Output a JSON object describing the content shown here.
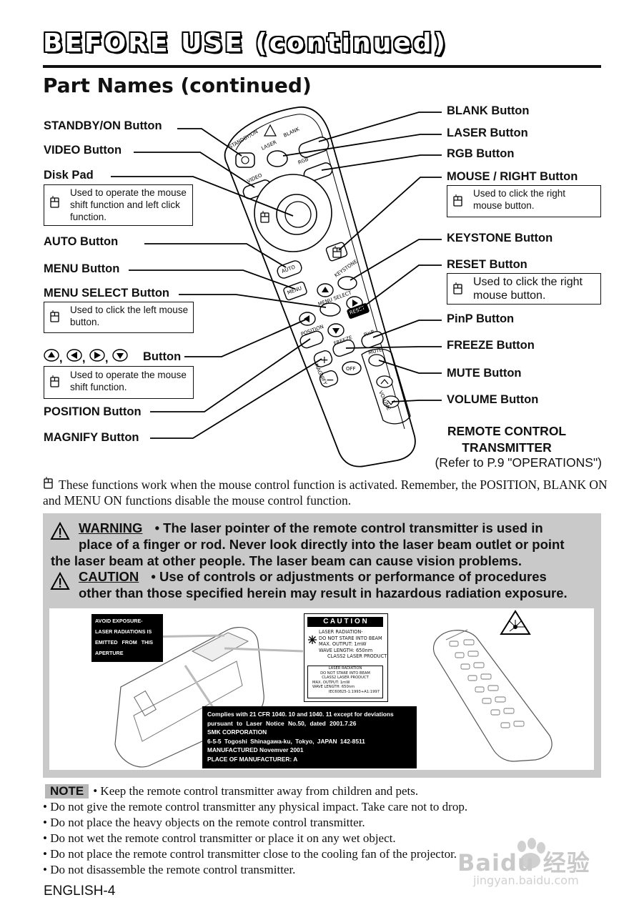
{
  "header": {
    "title": "BEFORE USE (continued)",
    "subtitle": "Part Names (continued)"
  },
  "labels_left": {
    "standby": "STANDBY/ON Button",
    "video": "VIDEO Button",
    "disk": "Disk Pad",
    "disk_note": "Used to operate the mouse shift function and left click function.",
    "auto": "AUTO Button",
    "menu": "MENU Button",
    "menu_select": "MENU SELECT Button",
    "menu_select_note": "Used to click the left mouse button.",
    "arrows_suffix": "Button",
    "arrows_note": "Used to operate the mouse shift function.",
    "position": "POSITION Button",
    "magnify": "MAGNIFY Button"
  },
  "labels_right": {
    "blank": "BLANK Button",
    "laser": "LASER Button",
    "rgb": "RGB Button",
    "mouse_right": "MOUSE / RIGHT Button",
    "mouse_right_note": "Used to click the right mouse button.",
    "keystone": "KEYSTONE Button",
    "reset": "RESET Button",
    "reset_note": "Used to click the right mouse button.",
    "pinp": "PinP Button",
    "freeze": "FREEZE Button",
    "mute": "MUTE Button",
    "volume": "VOLUME Button"
  },
  "remote_keys": {
    "standby": "STANDBY/ON",
    "laser": "LASER",
    "blank": "BLANK",
    "rgb": "RGB",
    "video": "VIDEO",
    "auto": "AUTO",
    "keystone": "KEYSTONE",
    "menu": "MENU",
    "menu_select": "MENU SELECT",
    "reset": "RESET",
    "position": "POSITION",
    "freeze": "FREEZE",
    "pinp": "PinP",
    "mute": "MUTE",
    "magnify": "MAGNIFY",
    "off": "OFF",
    "volume": "VOLUME"
  },
  "caption": {
    "line1": "REMOTE CONTROL",
    "line2": "TRANSMITTER",
    "line3": "(Refer to P.9 \"OPERATIONS\")"
  },
  "mouse_note": "These functions work when the mouse control function is activated. Remember, the POSITION, BLANK ON and MENU ON functions disable the mouse control function.",
  "warning": {
    "warning_label": "WARNING",
    "warning_line1": "• The laser pointer of the remote control transmitter is used in",
    "warning_line2": "place of a finger or rod. Never look directly into the laser beam outlet or point",
    "warning_line3": "the laser beam at other people. The laser beam can cause vision problems.",
    "caution_label": "CAUTION",
    "caution_line1": "• Use of controls or adjustments or performance of procedures",
    "caution_line2": "other than those specified herein may result in hazardous radiation exposure."
  },
  "labels_img": {
    "avoid": [
      "AVOID EXPOSURE-",
      "LASER RADIATIONS IS",
      "EMITTED FROM THIS",
      "APERTURE"
    ],
    "caution_title": "C A U T I O N",
    "caution_lines": [
      "LASER RADIATION-",
      "DO NOT STARE INTO BEAM",
      "MAX. OUTPUT: 1mW",
      "WAVE LENGTH: 650nm",
      "CLASS2 LASER PRODUCT"
    ],
    "caution_small": [
      "LASER RADIATION",
      "DO NOT STARE INTO BEAM",
      "CLASS2 LASER PRODUCT",
      "MAX. OUTPUT: 1mW",
      "WAVE LENGTH: 650nm",
      "IEC60825-1:1993+A1:1997"
    ],
    "complies": [
      "Complies with 21 CFR 1040. 10 and 1040. 11 except for deviations",
      "pursuant to Laser Notice No.50, dated 2001.7.26",
      "SMK CORPORATION",
      "6-5-5 Togoshi Shinagawa-ku, Tokyo, JAPAN 142-8511",
      "MANUFACTURED Novemver 2001",
      "PLACE OF MANUFACTURER: A"
    ]
  },
  "notes": {
    "tag": "NOTE",
    "items": [
      "• Keep the remote control transmitter away from children and pets.",
      "• Do not give the remote control transmitter any physical impact. Take care not to drop.",
      "• Do not place the heavy objects on the remote control transmitter.",
      "• Do not wet the remote control transmitter or place it on any wet object.",
      "• Do not place the remote control transmitter close to the cooling fan of the projector.",
      "• Do not disassemble the remote control transmitter."
    ]
  },
  "footer": {
    "page": "ENGLISH-4",
    "watermark": "Baidu 经验",
    "watermark_url": "jingyan.baidu.com"
  }
}
